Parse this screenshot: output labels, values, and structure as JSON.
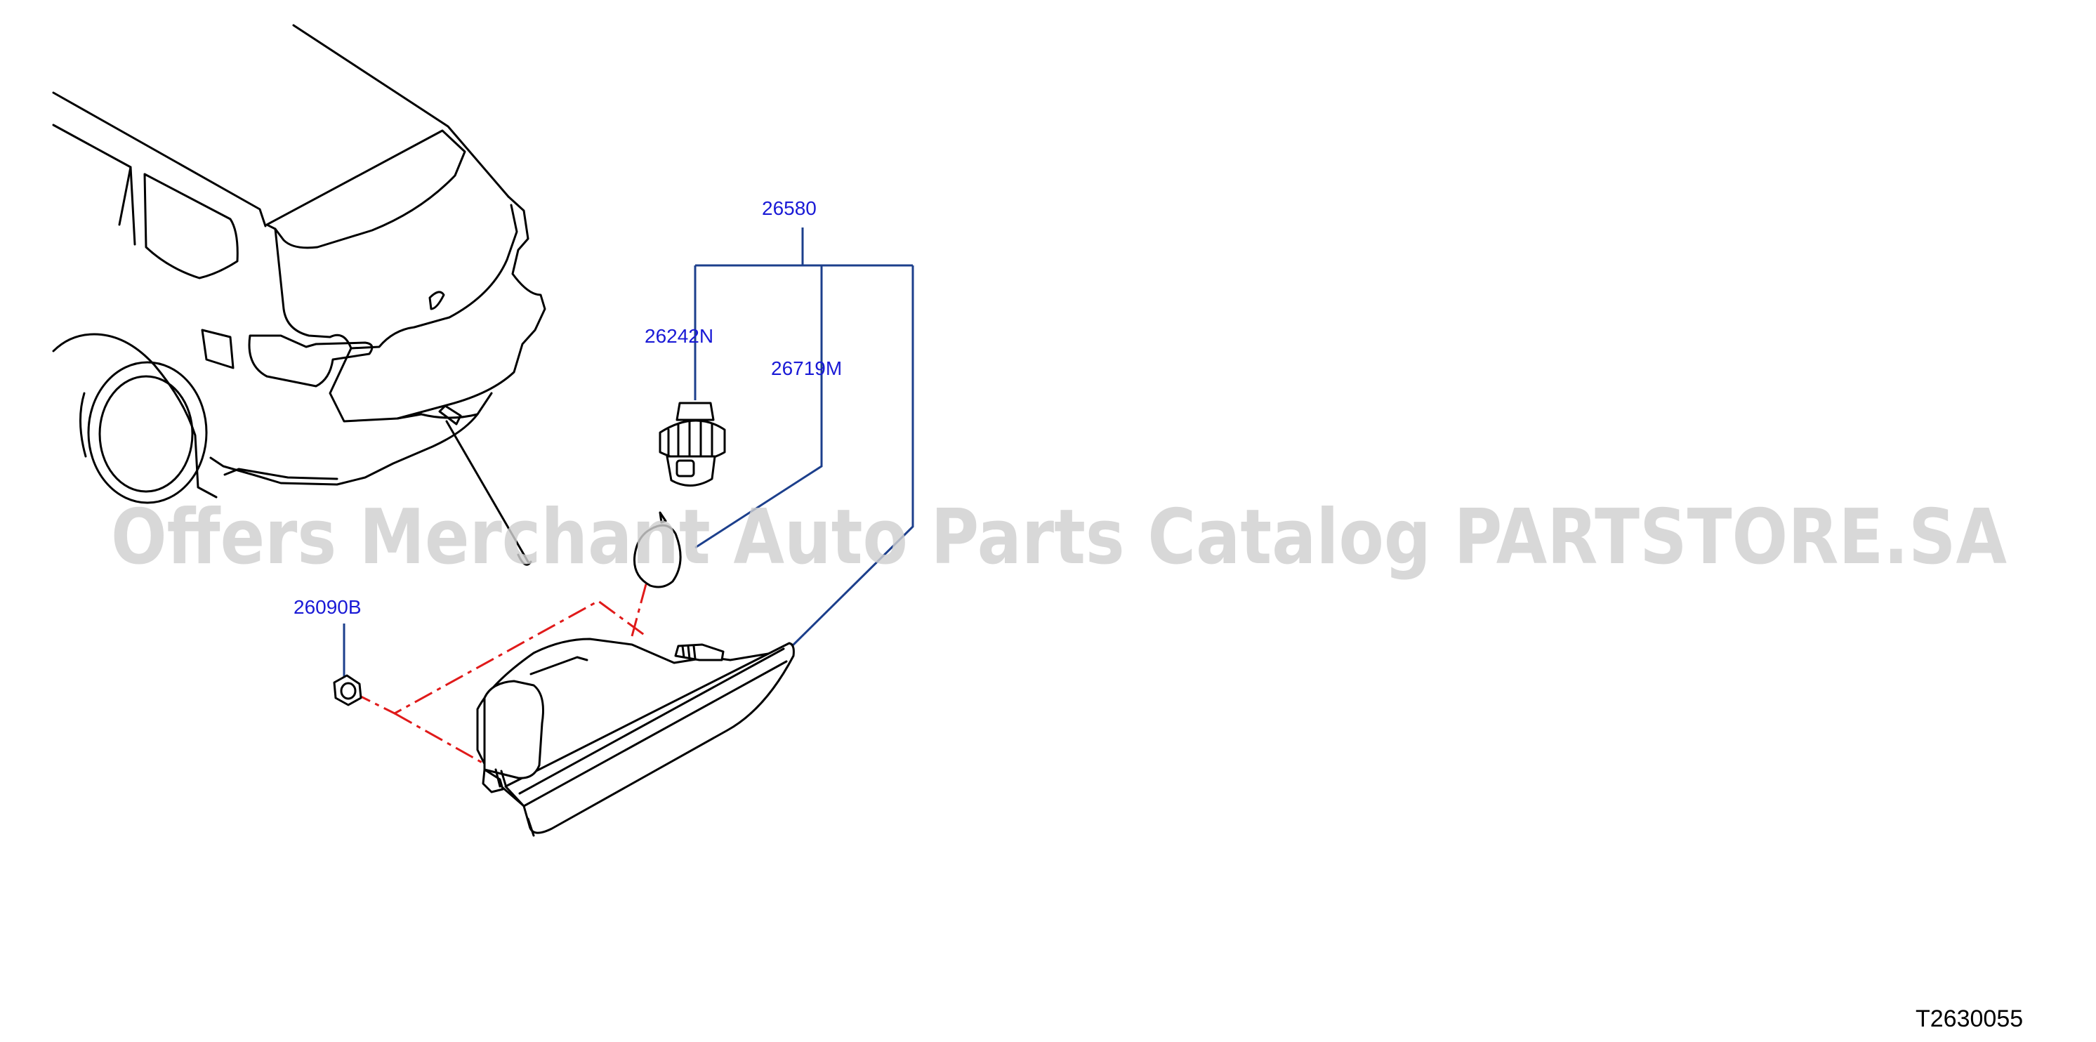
{
  "diagram": {
    "callouts": {
      "assembly": "26580",
      "bulb_socket": "26242N",
      "bulb": "26719M",
      "nut": "26090B"
    },
    "figure_code": "T2630055",
    "watermark": "Offers Merchant Auto Parts Catalog PARTSTORE.SA",
    "colors": {
      "callout_text": "#1a1ad6",
      "leader_line": "#1c3f8c",
      "assembly_line": "#e01a1a",
      "watermark": "#cfcfcf"
    }
  }
}
